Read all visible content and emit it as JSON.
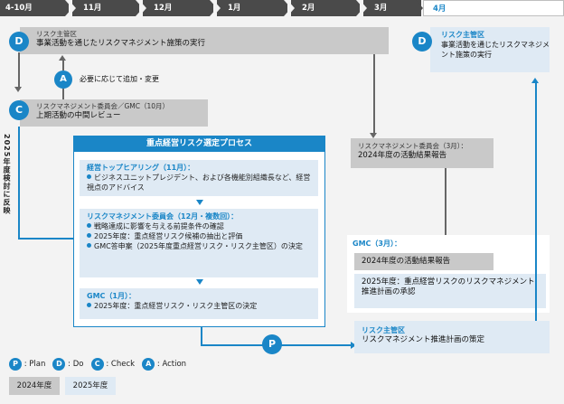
{
  "timeline": [
    "4-10月",
    "11月",
    "12月",
    "1月",
    "2月",
    "3月",
    "4月"
  ],
  "circles": {
    "D": "D",
    "C": "C",
    "A": "A",
    "P": "P"
  },
  "box_d1": {
    "label": "リスク主管区",
    "text": "事業活動を通じたリスクマネジメント施策の実行"
  },
  "action_text": "必要に応じて追加・変更",
  "box_c": {
    "label": "リスクマネジメント委員会／GMC（10月）",
    "text": "上期活動の中間レビュー"
  },
  "vertical_text": "2025年度検討に反映",
  "process": {
    "title": "重点経営リスク選定プロセス",
    "step1": {
      "label": "経営トップヒアリング（11月）：",
      "items": [
        "ビジネスユニットプレジデント、および各機能別組織長など、経営視点のアドバイス"
      ]
    },
    "step2": {
      "label": "リスクマネジメント委員会（12月・複数回）：",
      "items": [
        "戦略達成に影響を与える前提条件の確認",
        "2025年度：重点経営リスク候補の抽出と評価",
        "GMC答申案（2025年度重点経営リスク・リスク主管区）の決定"
      ]
    },
    "step3": {
      "label": "GMC（1月）：",
      "items": [
        "2025年度：重点経営リスク・リスク主管区の決定"
      ]
    }
  },
  "box_rm_march": {
    "label": "リスクマネジメント委員会（3月）：",
    "text": "2024年度の活動結果報告"
  },
  "box_gmc_march": {
    "label": "GMC（3月）：",
    "text1": "2024年度の活動結果報告",
    "text2": "2025年度：重点経営リスクのリスクマネジメント推進計画の承認"
  },
  "box_plan": {
    "label": "リスク主管区",
    "text": "リスクマネジメント推進計画の策定"
  },
  "box_d2": {
    "label": "リスク主管区",
    "text": "事業活動を通じたリスクマネジメント施策の実行"
  },
  "legend": {
    "items": [
      {
        "k": "P",
        "v": "Plan"
      },
      {
        "k": "D",
        "v": "Do"
      },
      {
        "k": "C",
        "v": "Check"
      },
      {
        "k": "A",
        "v": "Action"
      }
    ],
    "years": [
      "2024年度",
      "2025年度"
    ]
  },
  "colors": {
    "accent": "#1a86c7",
    "gray_box": "#c9c9c9",
    "blue_box": "#dfeaf4",
    "timeline": "#4a4a4a"
  }
}
